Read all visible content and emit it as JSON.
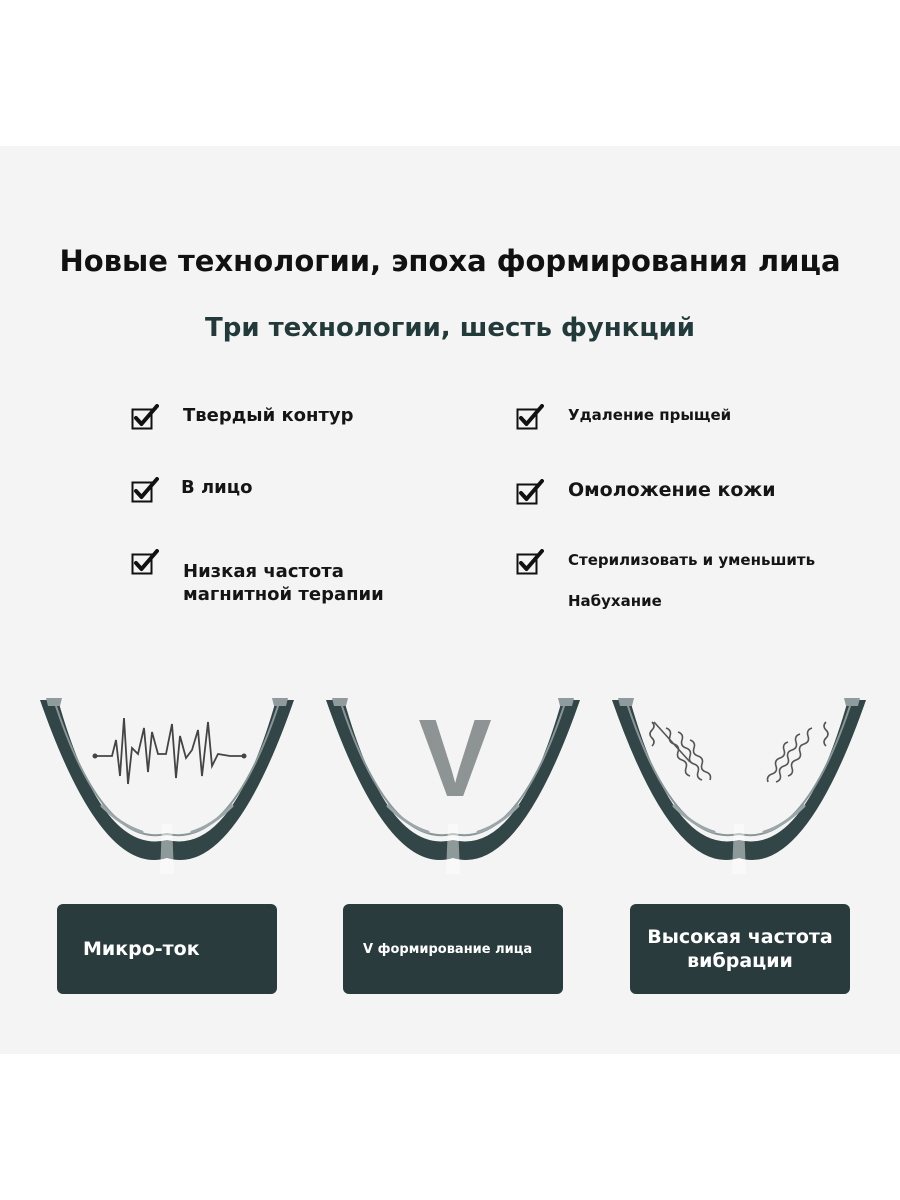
{
  "header": {
    "title": "Новые технологии, эпоха формирования лица",
    "subtitle": "Три технологии, шесть функций"
  },
  "features": {
    "left": [
      {
        "label": "Твердый контур"
      },
      {
        "label": "В лицо"
      },
      {
        "label_line1": "Низкая частота",
        "label_line2": "магнитной терапии"
      }
    ],
    "right": [
      {
        "label": "Удаление прыщей"
      },
      {
        "label": "Омоложение кожи"
      },
      {
        "label_line1": "Стерилизовать и уменьшить",
        "label_line2": "Набухание"
      }
    ]
  },
  "devices": {
    "center_letter": "V"
  },
  "modes": [
    {
      "label": "Микро-ток"
    },
    {
      "label": "V формирование лица"
    },
    {
      "label_line1": "Высокая частота",
      "label_line2": "вибрации"
    }
  ],
  "colors": {
    "device_body": "#324547",
    "button_bg": "#2a3b3d",
    "panel_bg": "#f4f4f4"
  }
}
